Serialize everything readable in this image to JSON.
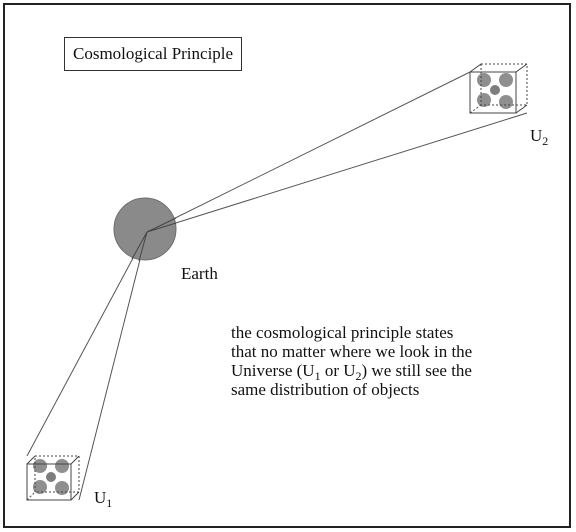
{
  "title": "Cosmological Principle",
  "earth": {
    "label": "Earth"
  },
  "regions": {
    "u1": {
      "letter": "U",
      "sub": "1"
    },
    "u2": {
      "letter": "U",
      "sub": "2"
    }
  },
  "statement": {
    "line1": "the cosmological principle states",
    "line2": "that no matter where we look in the",
    "line3": {
      "prefix": "Universe (",
      "u": "U",
      "sub1": "1",
      "mid": " or ",
      "sub2": "2",
      "suffix": ") we still see the"
    },
    "line4": "same distribution of objects"
  },
  "colors": {
    "earth_fill": "#8a8a8a",
    "ball_fill": "#8f8f8f",
    "line": "#555555",
    "frame": "#222222"
  }
}
